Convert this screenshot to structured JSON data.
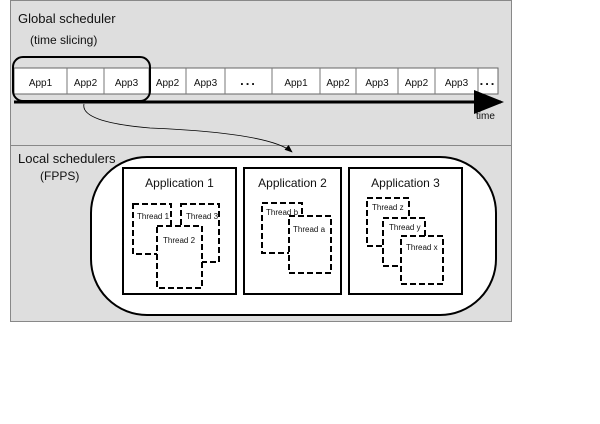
{
  "global": {
    "title": "Global scheduler",
    "subtitle": "(time slicing)",
    "timeline": [
      "App1",
      "App2",
      "App3",
      "App2",
      "App3",
      "...",
      "App1",
      "App2",
      "App3",
      "App2",
      "App3",
      "..."
    ],
    "axis_label": "time"
  },
  "local": {
    "title": "Local schedulers",
    "subtitle": "(FPPS)",
    "applications": [
      {
        "name": "Application 1",
        "threads": [
          "Thread 1",
          "Thread 3",
          "Thread 2"
        ]
      },
      {
        "name": "Application 2",
        "threads": [
          "Thread b",
          "Thread a"
        ]
      },
      {
        "name": "Application 3",
        "threads": [
          "Thread z",
          "Thread y",
          "Thread x"
        ]
      }
    ]
  }
}
